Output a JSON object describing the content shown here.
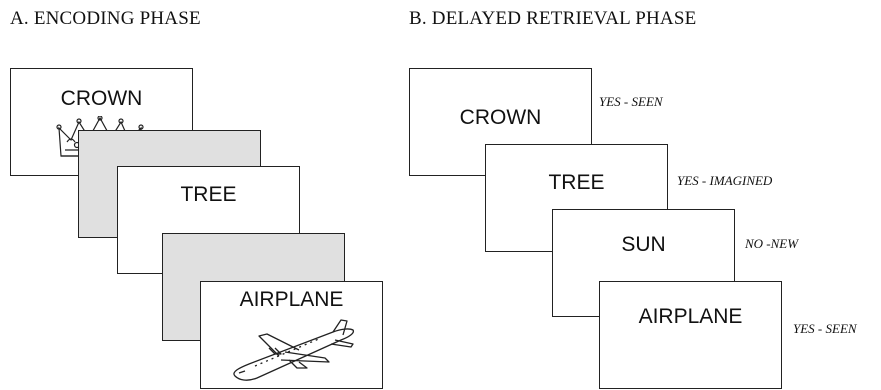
{
  "encoding_phase": {
    "title": "A. ENCODING PHASE",
    "cards": [
      {
        "type": "word-picture",
        "word": "CROWN",
        "picture": "crown-icon"
      },
      {
        "type": "blank"
      },
      {
        "type": "word",
        "word": "TREE"
      },
      {
        "type": "blank"
      },
      {
        "type": "word-picture",
        "word": "AIRPLANE",
        "picture": "airplane-icon"
      }
    ]
  },
  "retrieval_phase": {
    "title": "B. DELAYED RETRIEVAL PHASE",
    "cards": [
      {
        "word": "CROWN",
        "response": "YES - SEEN"
      },
      {
        "word": "TREE",
        "response": "YES - IMAGINED"
      },
      {
        "word": "SUN",
        "response": "NO -NEW"
      },
      {
        "word": "AIRPLANE",
        "response": "YES - SEEN"
      }
    ]
  },
  "colors": {
    "blank_card": "#e0e0e0",
    "card": "#ffffff",
    "ink": "#111111"
  }
}
